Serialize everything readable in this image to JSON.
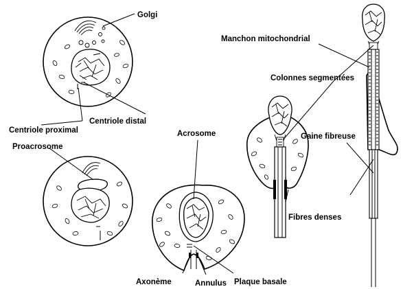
{
  "labels": {
    "golgi": "Golgi",
    "centriole_distal": "Centriole distal",
    "centriole_proximal": "Centriole proximal",
    "proacrosome": "Proacrosome",
    "acrosome": "Acrosome",
    "axoneme": "Axonème",
    "annulus": "Annulus",
    "plaque_basale": "Plaque basale",
    "manchon_mitochondrial": "Manchon mitochondrial",
    "colonnes_segmentees": "Colonnes segmentées",
    "gaine_fibreuse": "Gaine fibreuse",
    "fibres_denses": "Fibres denses"
  }
}
